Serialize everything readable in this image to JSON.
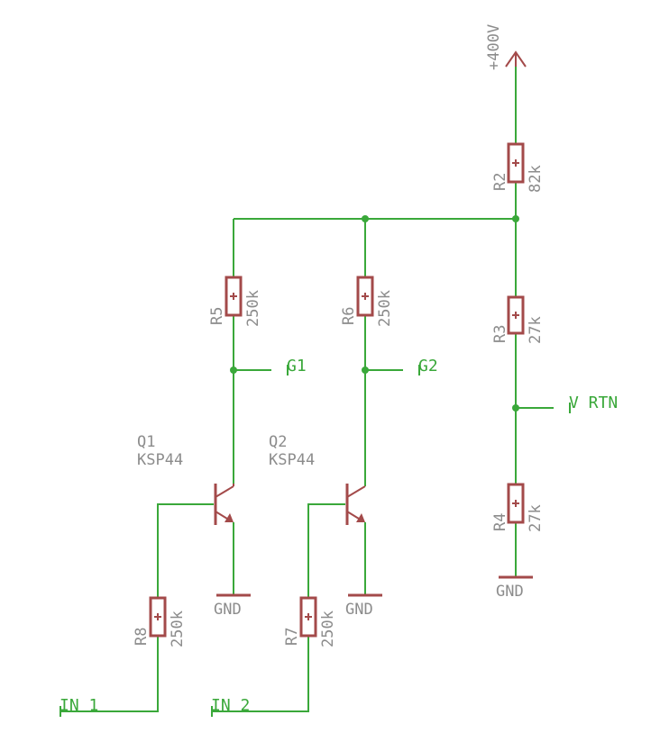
{
  "supply": {
    "label": "+400V"
  },
  "resistors": [
    {
      "name": "R2",
      "value": "82k"
    },
    {
      "name": "R3",
      "value": "27k"
    },
    {
      "name": "R4",
      "value": "27k"
    },
    {
      "name": "R5",
      "value": "250k"
    },
    {
      "name": "R6",
      "value": "250k"
    },
    {
      "name": "R7",
      "value": "250k"
    },
    {
      "name": "R8",
      "value": "250k"
    }
  ],
  "transistors": [
    {
      "name": "Q1",
      "type": "KSP44"
    },
    {
      "name": "Q2",
      "type": "KSP44"
    }
  ],
  "grounds": {
    "label": "GND"
  },
  "nets": {
    "g1": "G1",
    "g2": "G2",
    "vrtn": "V RTN",
    "in1": "IN 1",
    "in2": "IN 2"
  },
  "colors": {
    "wire": "#3aa83a",
    "part": "#a34a4a",
    "label": "#8c8c8c"
  }
}
